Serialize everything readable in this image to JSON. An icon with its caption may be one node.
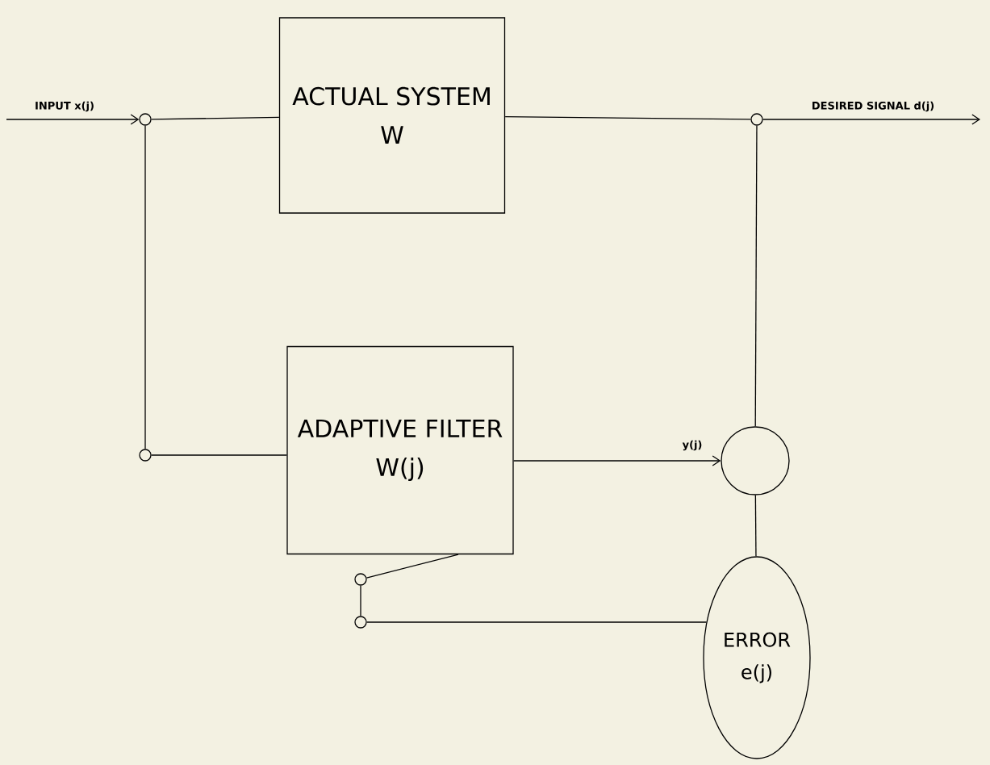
{
  "diagram": {
    "nodes": [
      {
        "text": [],
        "shape": "circle"
      },
      {
        "text": [
          "ACTUAL SYSTEM",
          "W"
        ]
      },
      {
        "text": [],
        "shape": "circle"
      },
      {
        "text": [],
        "shape": "circle"
      },
      {
        "text": [
          "ADAPTIVE FILTER",
          "W(j)"
        ]
      },
      {
        "text": [],
        "shape": "circle"
      },
      {
        "text": [],
        "shape": "circle"
      },
      {
        "text": [],
        "shape": "circle"
      },
      {
        "text": [
          "ERROR",
          "e(j)"
        ]
      }
    ],
    "edges": [
      {
        "from": null,
        "to": 0,
        "arrow": "to",
        "label": "INPUT x(j)"
      },
      {
        "from": 0,
        "to": 1,
        "arrow": "none"
      },
      {
        "from": 1,
        "to": 2,
        "arrow": "none"
      },
      {
        "from": 2,
        "to": null,
        "arrow": "to",
        "label": "DESIRED SIGNAL d(j)"
      },
      {
        "from": 0,
        "to": 3,
        "arrow": "none"
      },
      {
        "from": 3,
        "to": 4,
        "arrow": "none"
      },
      {
        "from": 4,
        "to": 5,
        "arrow": "to",
        "label": "y(j)"
      },
      {
        "from": 2,
        "to": 5,
        "arrow": "none"
      },
      {
        "from": 5,
        "to": 8,
        "arrow": "none"
      },
      {
        "from": 4,
        "to": 6,
        "arrow": "none"
      },
      {
        "from": 6,
        "to": 7,
        "arrow": "none"
      },
      {
        "from": 7,
        "to": 8,
        "arrow": "none"
      }
    ]
  }
}
